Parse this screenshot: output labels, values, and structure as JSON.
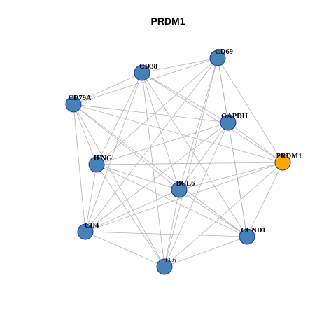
{
  "title": "PRDM1",
  "colors": {
    "node_default": "#4682b4",
    "node_highlight": "#ffa500",
    "node_border": "#1f2fb0",
    "edge": "#b3b3b3"
  },
  "nodes": [
    {
      "id": "CD69",
      "label": "CD69",
      "highlight": false
    },
    {
      "id": "CD38",
      "label": "CD38",
      "highlight": false
    },
    {
      "id": "CD79A",
      "label": "CD79A",
      "highlight": false
    },
    {
      "id": "GAPDH",
      "label": "GAPDH",
      "highlight": false
    },
    {
      "id": "PRDM1",
      "label": "PRDM1",
      "highlight": true
    },
    {
      "id": "IFNG",
      "label": "IFNG",
      "highlight": false
    },
    {
      "id": "BCL6",
      "label": "BCL6",
      "highlight": false
    },
    {
      "id": "CD4",
      "label": "CD4",
      "highlight": false
    },
    {
      "id": "CCND1",
      "label": "CCND1",
      "highlight": false
    },
    {
      "id": "IL6",
      "label": "IL6",
      "highlight": false
    }
  ],
  "edges": [
    [
      "CD69",
      "CD38"
    ],
    [
      "CD69",
      "CD79A"
    ],
    [
      "CD69",
      "GAPDH"
    ],
    [
      "CD69",
      "PRDM1"
    ],
    [
      "CD69",
      "IFNG"
    ],
    [
      "CD69",
      "BCL6"
    ],
    [
      "CD69",
      "CD4"
    ],
    [
      "CD69",
      "CCND1"
    ],
    [
      "CD69",
      "IL6"
    ],
    [
      "CD38",
      "CD79A"
    ],
    [
      "CD38",
      "GAPDH"
    ],
    [
      "CD38",
      "PRDM1"
    ],
    [
      "CD38",
      "IFNG"
    ],
    [
      "CD38",
      "BCL6"
    ],
    [
      "CD38",
      "CD4"
    ],
    [
      "CD38",
      "CCND1"
    ],
    [
      "CD38",
      "IL6"
    ],
    [
      "CD79A",
      "GAPDH"
    ],
    [
      "CD79A",
      "PRDM1"
    ],
    [
      "CD79A",
      "IFNG"
    ],
    [
      "CD79A",
      "BCL6"
    ],
    [
      "CD79A",
      "CD4"
    ],
    [
      "CD79A",
      "CCND1"
    ],
    [
      "CD79A",
      "IL6"
    ],
    [
      "GAPDH",
      "PRDM1"
    ],
    [
      "GAPDH",
      "IFNG"
    ],
    [
      "GAPDH",
      "BCL6"
    ],
    [
      "GAPDH",
      "CD4"
    ],
    [
      "GAPDH",
      "CCND1"
    ],
    [
      "GAPDH",
      "IL6"
    ],
    [
      "PRDM1",
      "IFNG"
    ],
    [
      "PRDM1",
      "BCL6"
    ],
    [
      "PRDM1",
      "CD4"
    ],
    [
      "PRDM1",
      "CCND1"
    ],
    [
      "PRDM1",
      "IL6"
    ],
    [
      "IFNG",
      "BCL6"
    ],
    [
      "IFNG",
      "CD4"
    ],
    [
      "IFNG",
      "CCND1"
    ],
    [
      "IFNG",
      "IL6"
    ],
    [
      "BCL6",
      "CD4"
    ],
    [
      "BCL6",
      "CCND1"
    ],
    [
      "BCL6",
      "IL6"
    ],
    [
      "CD4",
      "CCND1"
    ],
    [
      "CD4",
      "IL6"
    ],
    [
      "CCND1",
      "IL6"
    ]
  ]
}
